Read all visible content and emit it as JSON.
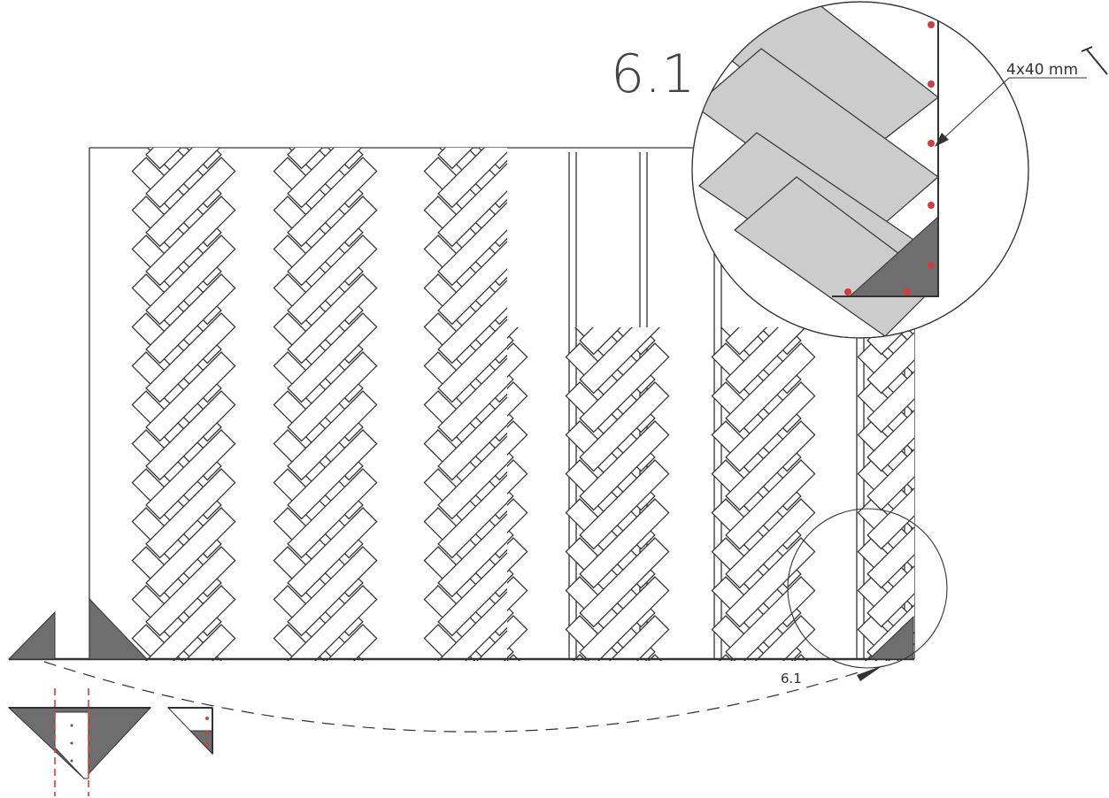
{
  "diagram": {
    "step_title": "6.1",
    "detail_ref_label": "6.1",
    "fastener": {
      "label": "4x40 mm",
      "icon": "nail-icon"
    },
    "colors": {
      "stroke": "#333333",
      "board_fill": "#ffffff",
      "zoom_board_fill": "#cccccc",
      "dark_fill": "#6e6e6e",
      "fastener_dot": "#d23c3c",
      "cut_line": "#e03c3c"
    }
  }
}
